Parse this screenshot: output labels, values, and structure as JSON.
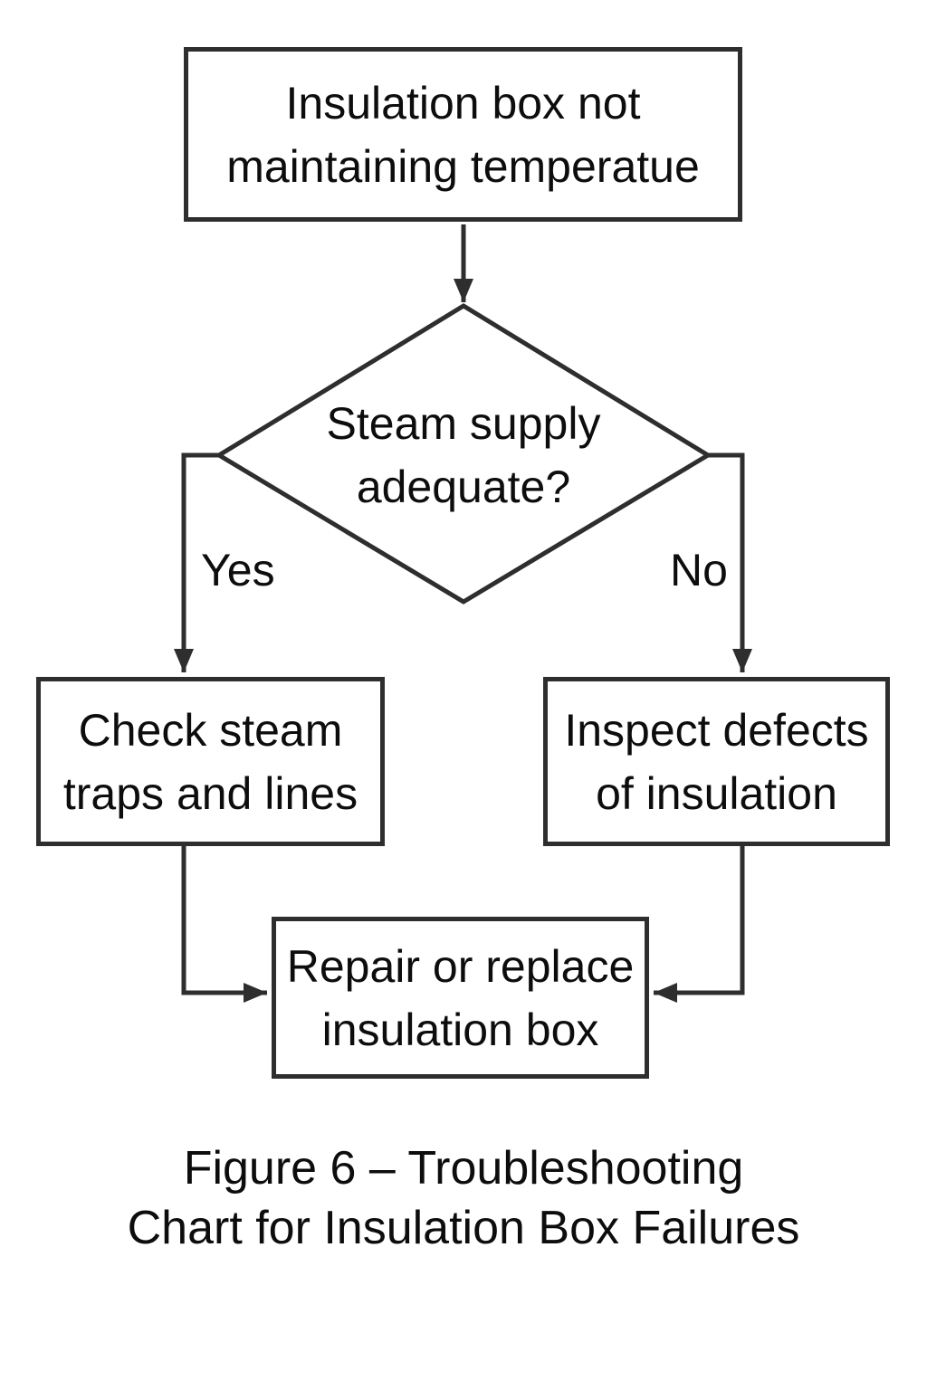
{
  "figure": {
    "nodes": {
      "start": {
        "type": "process",
        "line1": "Insulation box not",
        "line2": "maintaining temperatue"
      },
      "decision": {
        "type": "decision",
        "line1": "Steam supply",
        "line2": "adequate?"
      },
      "yes_action": {
        "type": "process",
        "line1": "Check steam",
        "line2": "traps and lines"
      },
      "no_action": {
        "type": "process",
        "line1": "Inspect defects",
        "line2": "of insulation"
      },
      "final_action": {
        "type": "process",
        "line1": "Repair or replace",
        "line2": "insulation box"
      }
    },
    "edges": {
      "yes_label": "Yes",
      "no_label": "No"
    },
    "caption": {
      "line1": "Figure 6 – Troubleshooting",
      "line2": "Chart for Insulation Box Failures"
    },
    "colors": {
      "stroke": "#2e2e2e",
      "text": "#0d0d0d",
      "background": "#ffffff"
    }
  }
}
